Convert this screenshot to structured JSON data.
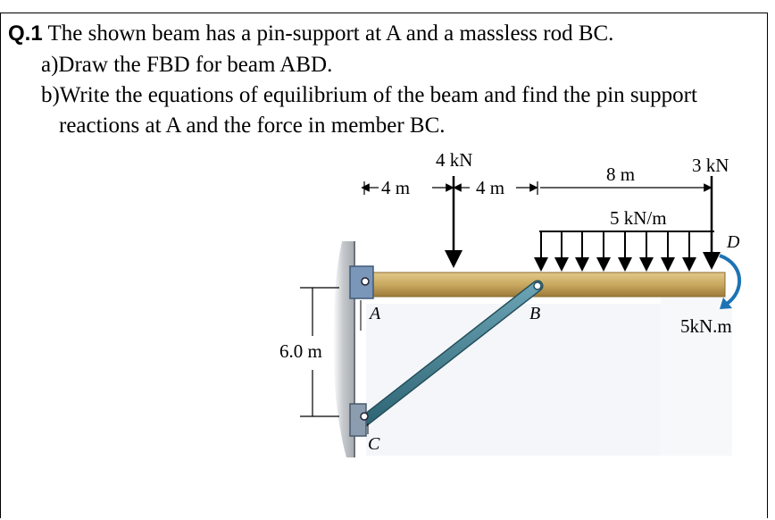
{
  "question": {
    "number": "Q.1",
    "intro": " The shown beam has a pin-support at A and a massless rod BC.",
    "part_a": "a)Draw the FBD for beam ABD.",
    "part_b_line1": "b)Write the equations of equilibrium of the beam and find the pin support",
    "part_b_line2": "reactions at A and the force in member BC."
  },
  "figure": {
    "load_4kn": "4 kN",
    "dim_4m_left": "4 m",
    "dim_4m_right": "4 m",
    "dim_8m": "8 m",
    "load_3kn": "3 kN",
    "distributed_load": "5 kN/m",
    "point_d": "D",
    "moment": "5kN.m",
    "point_a": "A",
    "point_b": "B",
    "point_c": "C",
    "height": "6.0 m"
  }
}
